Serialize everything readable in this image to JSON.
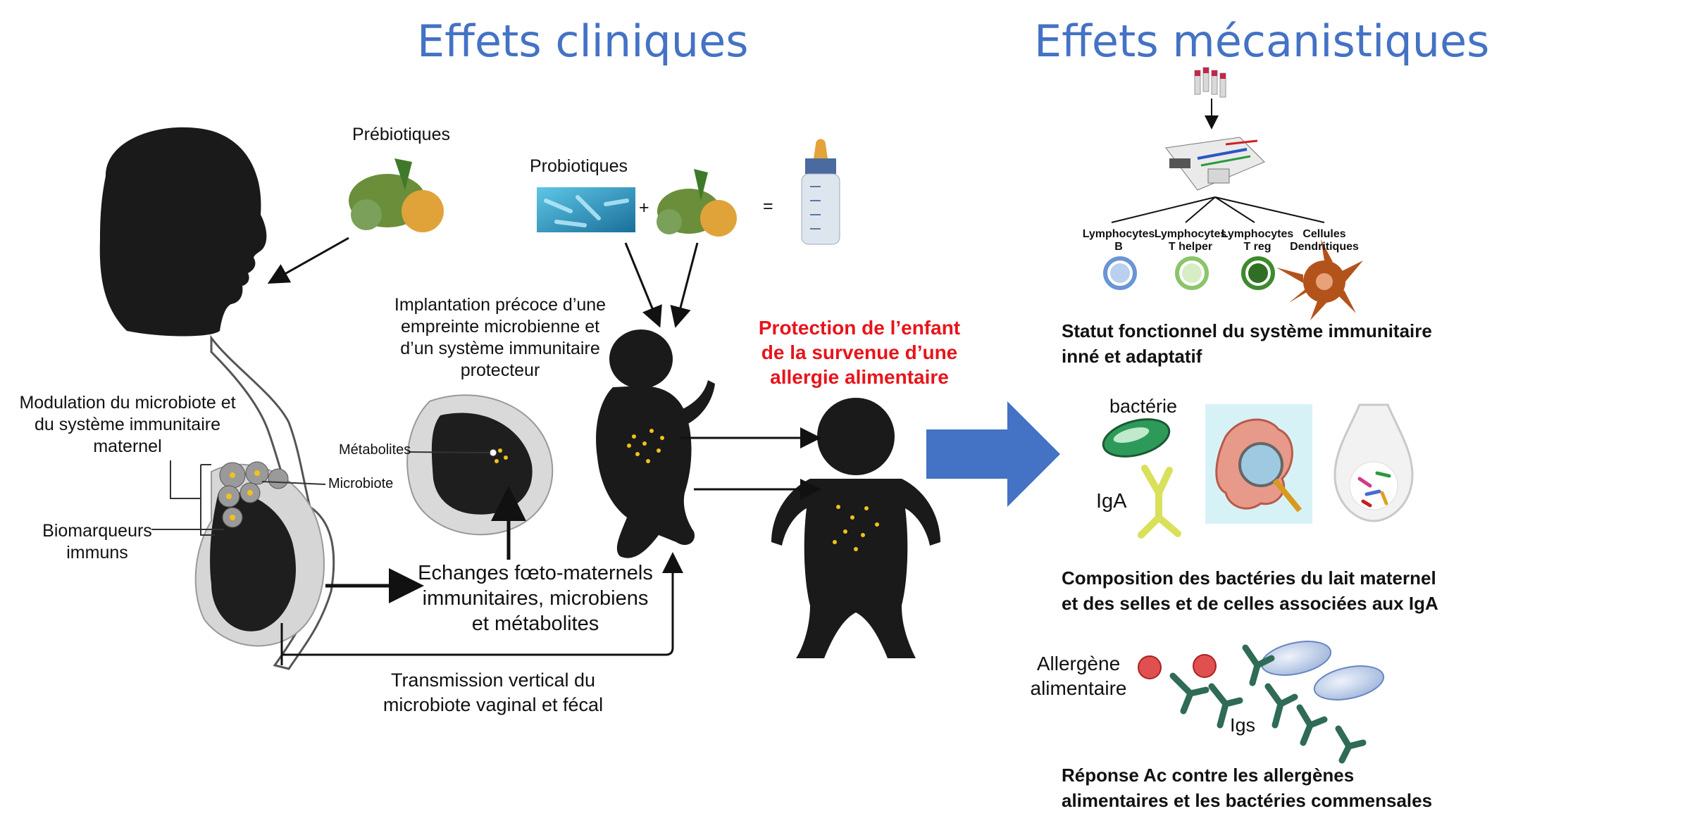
{
  "titles": {
    "left": "Effets cliniques",
    "right": "Effets mécanistiques"
  },
  "left": {
    "prebiotiques": "Prébiotiques",
    "probiotiques": "Probiotiques",
    "plus": "+",
    "equals": "=",
    "implantation": [
      "Implantation précoce d’une",
      "empreinte microbienne et",
      "d’un système immunitaire",
      "protecteur"
    ],
    "modulation": [
      "Modulation du microbiote et",
      "du système immunitaire",
      "maternel"
    ],
    "metabolites": "Métabolites",
    "microbiote": "Microbiote",
    "biomarqueurs": [
      "Biomarqueurs",
      "immuns"
    ],
    "echanges": [
      "Echanges fœto-maternels",
      "immunitaires, microbiens",
      "et métabolites"
    ],
    "transmission": [
      "Transmission vertical du",
      "microbiote vaginal et fécal"
    ],
    "protection": [
      "Protection de l’enfant",
      "de la survenue d’une",
      "allergie alimentaire"
    ]
  },
  "right": {
    "cells": [
      {
        "label": [
          "Lymphocytes",
          "B"
        ],
        "color": "#6a95d4"
      },
      {
        "label": [
          "Lymphocytes",
          "T helper"
        ],
        "color": "#8cc46a"
      },
      {
        "label": [
          "Lymphocytes",
          "T reg"
        ],
        "color": "#3f8a2e"
      },
      {
        "label": [
          "Cellules",
          "Dendritiques"
        ],
        "color": "#b3531c"
      }
    ],
    "statut": [
      "Statut fonctionnel du système immunitaire",
      "inné et adaptatif"
    ],
    "bacterie": "bactérie",
    "iga": "IgA",
    "composition": [
      "Composition des bactéries du lait maternel",
      "et des selles et de celles associées aux IgA"
    ],
    "allergene": [
      "Allergène",
      "alimentaire"
    ],
    "igs": "Igs",
    "reponse": [
      "Réponse Ac contre les allergènes",
      "alimentaires et les bactéries commensales"
    ]
  },
  "colors": {
    "title_blue": "#4472c4",
    "arrow_blue": "#4472c4",
    "protection_red": "#e8141b",
    "silhouette": "#1a1a1a",
    "microbe_yellow": "#f2c21a",
    "antibody_green": "#2f6b55"
  }
}
